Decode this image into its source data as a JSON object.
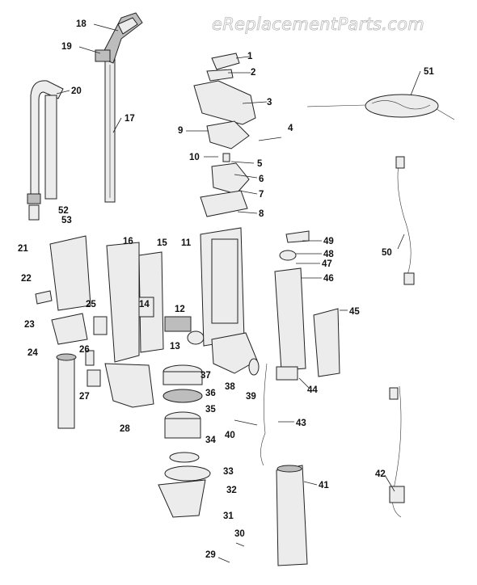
{
  "watermark": "eReplacementParts.com",
  "callouts": [
    "1",
    "2",
    "3",
    "4",
    "5",
    "6",
    "7",
    "8",
    "9",
    "10",
    "11",
    "12",
    "13",
    "14",
    "15",
    "16",
    "17",
    "18",
    "19",
    "20",
    "21",
    "22",
    "23",
    "24",
    "25",
    "26",
    "27",
    "28",
    "29",
    "30",
    "31",
    "32",
    "33",
    "34",
    "35",
    "36",
    "37",
    "38",
    "39",
    "40",
    "41",
    "42",
    "43",
    "44",
    "45",
    "46",
    "47",
    "48",
    "49",
    "50",
    "51",
    "52",
    "53"
  ],
  "colors": {
    "outline": "#222222",
    "fill": "#ececec",
    "dark_fill": "#bdbdbd",
    "watermark": "#b8b8b8"
  }
}
